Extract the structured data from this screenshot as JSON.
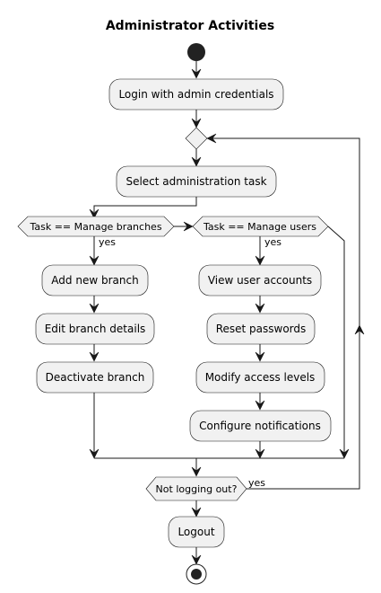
{
  "diagram": {
    "title": "Administrator Activities",
    "nodes": {
      "login": "Login with admin credentials",
      "select_task": "Select administration task",
      "cond_branches": "Task == Manage branches",
      "cond_users": "Task == Manage users",
      "add_branch": "Add new branch",
      "edit_branch": "Edit branch details",
      "deactivate_branch": "Deactivate branch",
      "view_accounts": "View user accounts",
      "reset_passwords": "Reset passwords",
      "modify_access": "Modify access levels",
      "configure_notifications": "Configure notifications",
      "loop_cond": "Not logging out?",
      "logout": "Logout"
    },
    "edge_labels": {
      "branches_yes": "yes",
      "users_yes": "yes",
      "loop_yes": "yes"
    },
    "colors": {
      "node_fill": "#f1f1f1",
      "stroke": "#181818",
      "start_end": "#222222"
    }
  }
}
